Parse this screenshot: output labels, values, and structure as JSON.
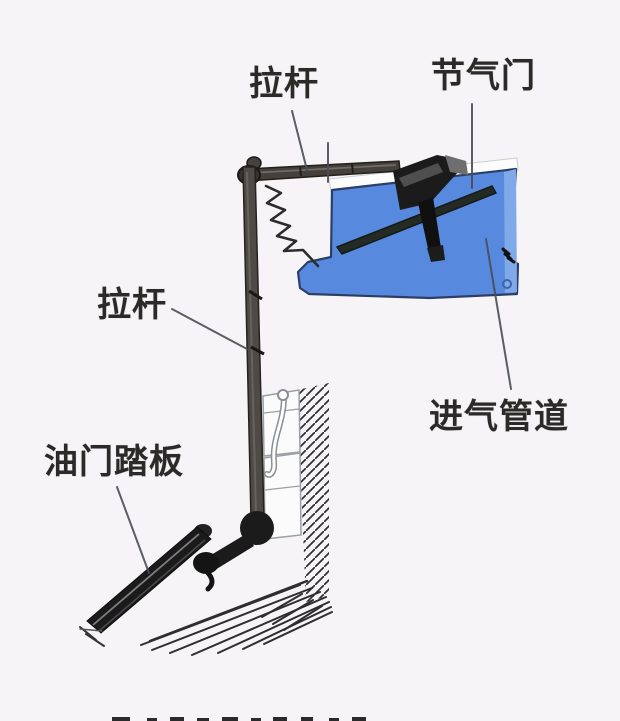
{
  "diagram": {
    "labels": {
      "pull_rod_upper": "拉杆",
      "throttle_valve": "节气门",
      "pull_rod_lower": "拉杆",
      "intake_duct": "进气管道",
      "accelerator_pedal": "油门踏板"
    },
    "colors": {
      "background": "#f6f4f6",
      "duct_blue": "#578ade",
      "duct_blue_light": "#7fa9e8",
      "duct_top_band": "#fcfcfd",
      "metal_dark": "#1b1b1b",
      "rod_gray": "#4e4a45",
      "label_text": "#2b2a28",
      "leader_line": "#4a4d52",
      "hatch_line": "#2e2e2e"
    }
  }
}
